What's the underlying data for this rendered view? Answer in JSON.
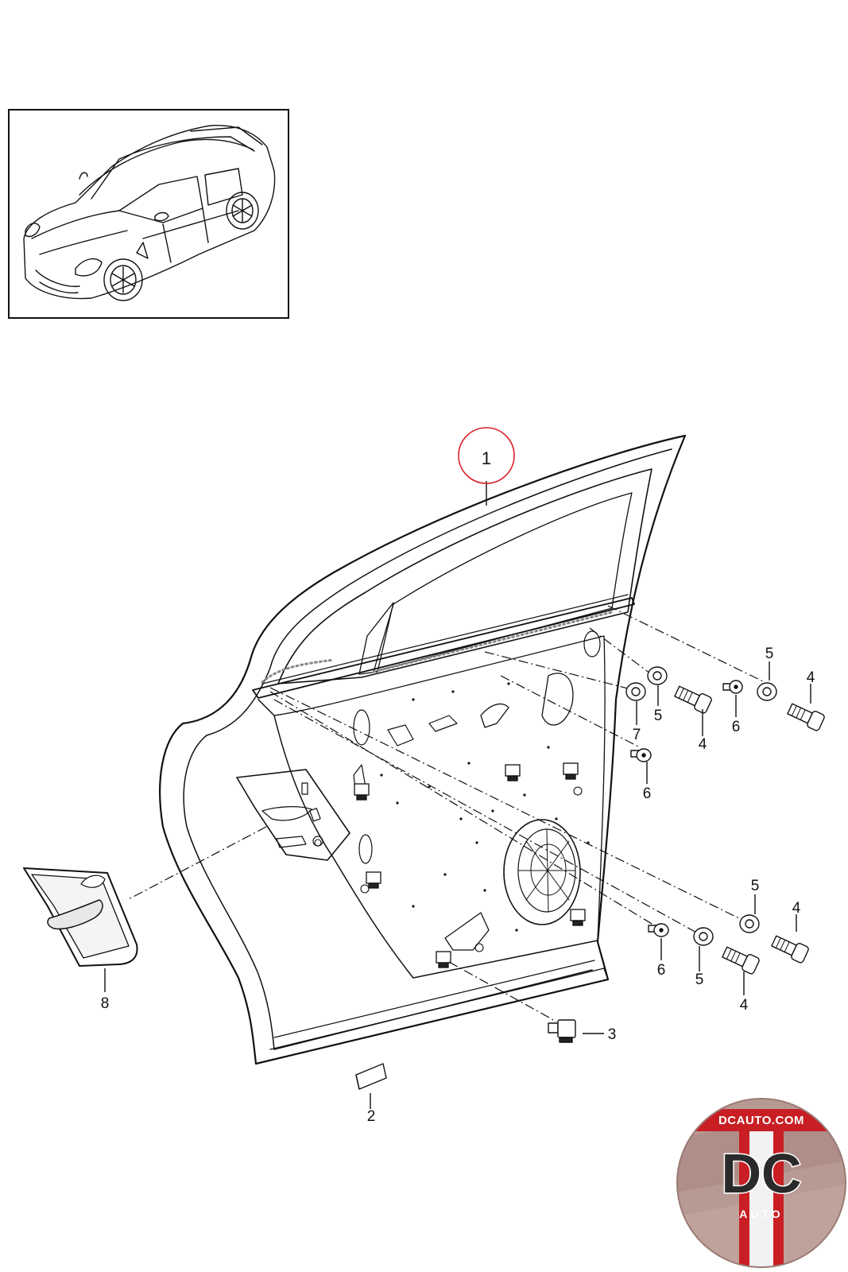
{
  "callouts": {
    "c1": "1",
    "c2": "2",
    "c3": "3",
    "c4a": "4",
    "c4b": "4",
    "c4c": "4",
    "c4d": "4",
    "c5a": "5",
    "c5b": "5",
    "c5c": "5",
    "c5d": "5",
    "c6a": "6",
    "c6b": "6",
    "c6c": "6",
    "c7": "7",
    "c8": "8"
  },
  "logo": {
    "site": "DCAUTO.COM",
    "mark": "DC",
    "sub": "AUTO"
  },
  "colors": {
    "line": "#111111",
    "highlight": "#d8232a",
    "logo_red": "#c81e24",
    "logo_bg": "#b89a94"
  }
}
